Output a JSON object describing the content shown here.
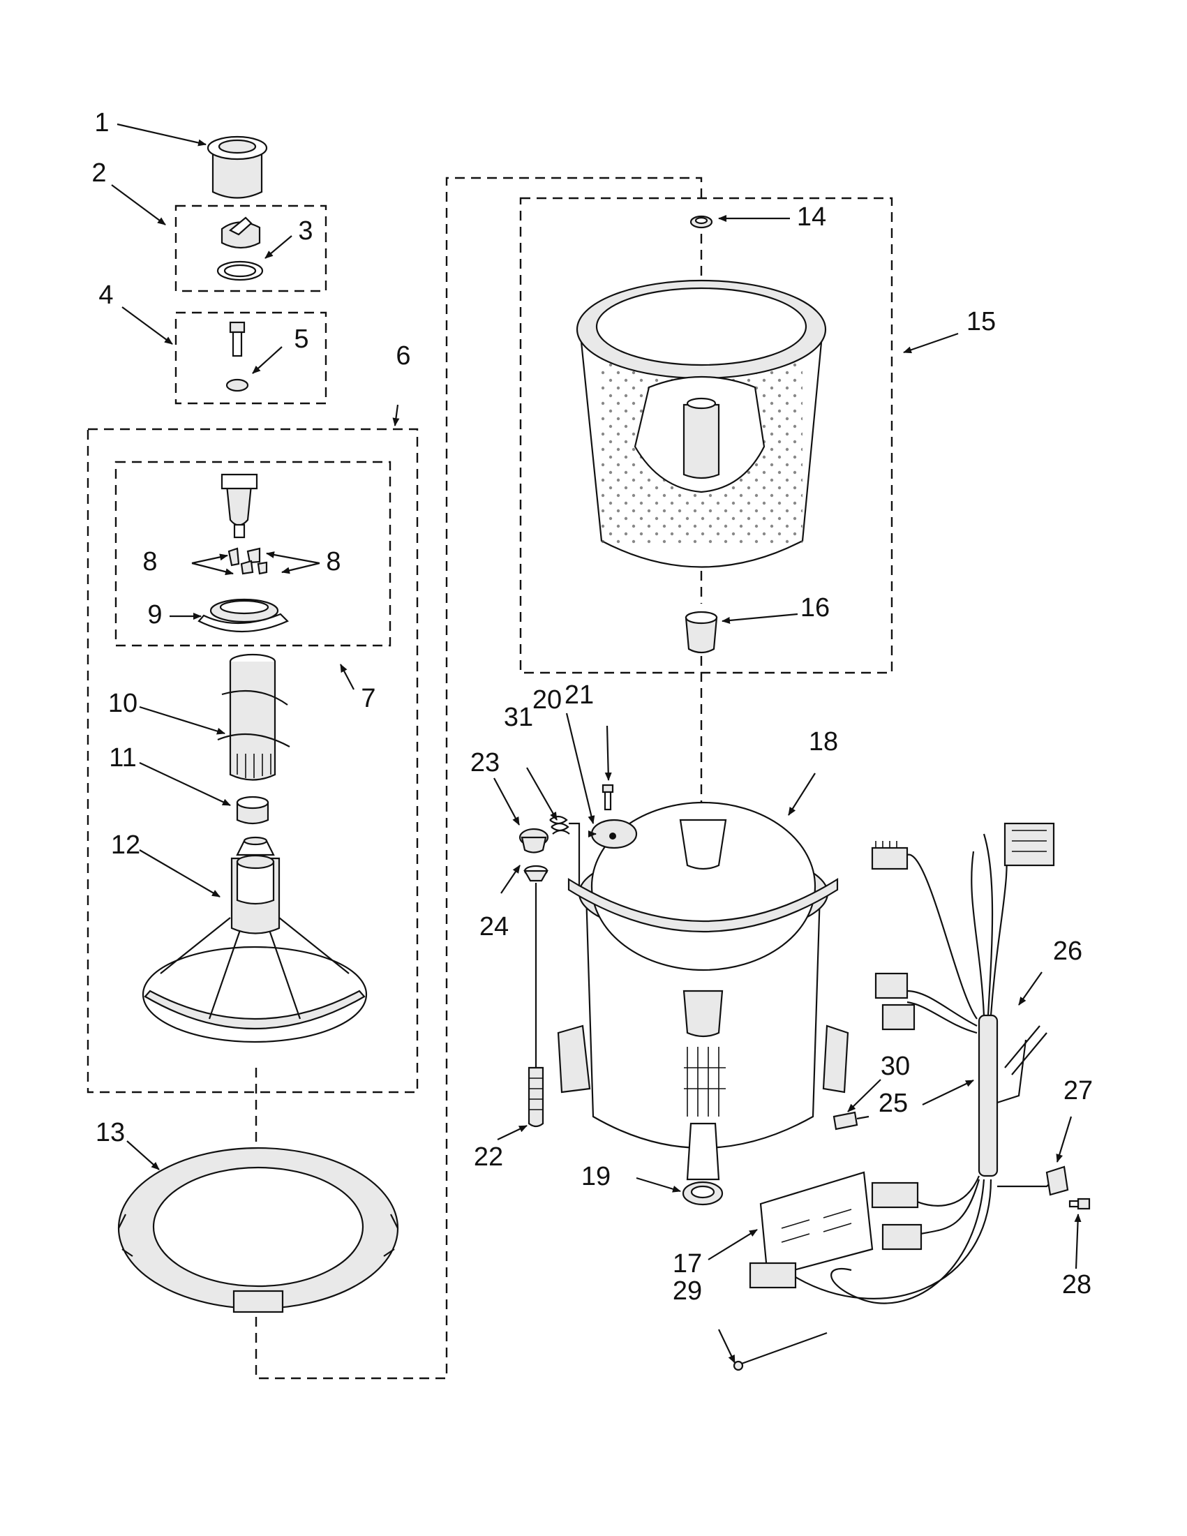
{
  "diagram": {
    "parts": [
      {
        "id": "p1",
        "label": "1"
      },
      {
        "id": "p2",
        "label": "2"
      },
      {
        "id": "p3",
        "label": "3"
      },
      {
        "id": "p4",
        "label": "4"
      },
      {
        "id": "p5",
        "label": "5"
      },
      {
        "id": "p6",
        "label": "6"
      },
      {
        "id": "p7",
        "label": "7"
      },
      {
        "id": "p8a",
        "label": "8"
      },
      {
        "id": "p8b",
        "label": "8"
      },
      {
        "id": "p9",
        "label": "9"
      },
      {
        "id": "p10",
        "label": "10"
      },
      {
        "id": "p11",
        "label": "11"
      },
      {
        "id": "p12",
        "label": "12"
      },
      {
        "id": "p13",
        "label": "13"
      },
      {
        "id": "p14",
        "label": "14"
      },
      {
        "id": "p15",
        "label": "15"
      },
      {
        "id": "p16",
        "label": "16"
      },
      {
        "id": "p17",
        "label": "17"
      },
      {
        "id": "p18",
        "label": "18"
      },
      {
        "id": "p19",
        "label": "19"
      },
      {
        "id": "p20",
        "label": "20"
      },
      {
        "id": "p21",
        "label": "21"
      },
      {
        "id": "p22",
        "label": "22"
      },
      {
        "id": "p23",
        "label": "23"
      },
      {
        "id": "p24",
        "label": "24"
      },
      {
        "id": "p25",
        "label": "25"
      },
      {
        "id": "p26",
        "label": "26"
      },
      {
        "id": "p27",
        "label": "27"
      },
      {
        "id": "p28",
        "label": "28"
      },
      {
        "id": "p29",
        "label": "29"
      },
      {
        "id": "p30",
        "label": "30"
      },
      {
        "id": "p31",
        "label": "31"
      }
    ]
  }
}
